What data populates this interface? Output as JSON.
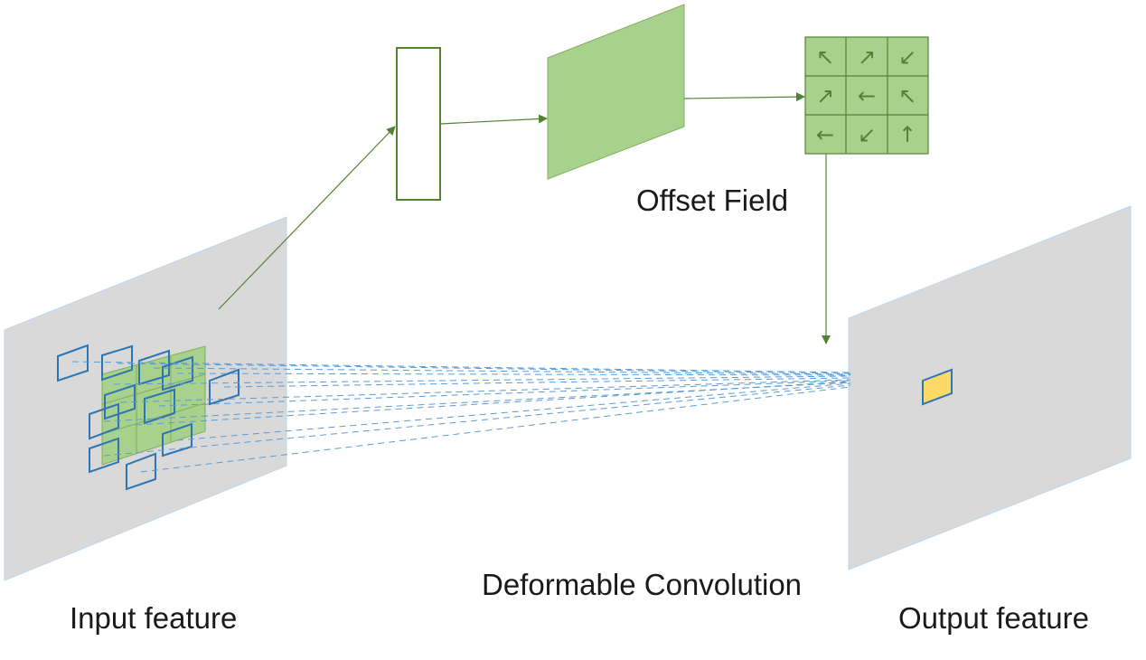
{
  "labels": {
    "input_feature": "Input feature",
    "output_feature": "Output feature",
    "deformable_convolution": "Deformable Convolution",
    "offset_field": "Offset Field"
  },
  "offset_grid": {
    "arrows": [
      "↖",
      "↗",
      "↙",
      "↗",
      "←",
      "↖",
      "←",
      "↙",
      "↑"
    ]
  },
  "colors": {
    "plane_fill": "#d9d9d9",
    "plane_edge": "#bdd7ee",
    "green_fill": "#a9d18e",
    "green_stroke": "#548235",
    "blue_stroke": "#2e75b6",
    "yellow_fill": "#ffd966",
    "arrow_stroke": "#548235"
  }
}
